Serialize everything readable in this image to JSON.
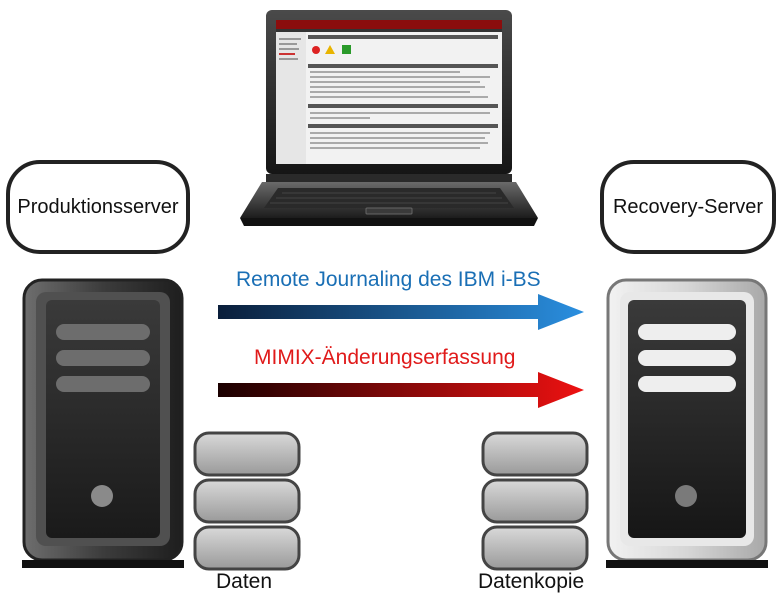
{
  "labels": {
    "production_server": "Produktionsserver",
    "recovery_server": "Recovery-Server",
    "remote_journaling": "Remote Journaling des IBM i-BS",
    "mimix_capture": "MIMIX-Änderungserfassung",
    "data": "Daten",
    "data_copy": "Datenkopie"
  },
  "colors": {
    "remote_journaling_text": "#1a6fb5",
    "mimix_text": "#e01a1a",
    "arrow_blue_start": "#0a1e3a",
    "arrow_blue_end": "#2a8fe0",
    "arrow_red_start": "#1a0000",
    "arrow_red_end": "#ee1111"
  },
  "icons": {
    "laptop": "laptop-icon",
    "production_tower": "server-tower-dark-icon",
    "recovery_tower": "server-tower-light-icon",
    "data_stack": "database-disk-stack-icon",
    "copy_stack": "database-disk-stack-icon"
  }
}
